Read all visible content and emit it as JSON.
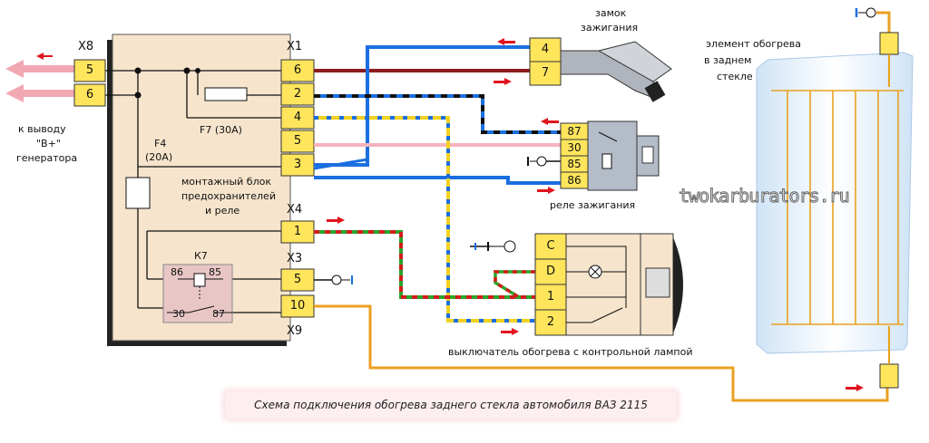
{
  "title": "Схема подключения обогрева заднего стекла автомобиля ВАЗ 2115",
  "watermark": "twokarburators.ru",
  "connectors": {
    "x8": "X8",
    "x1": "X1",
    "x4": "X4",
    "x3": "X3",
    "x9": "X9"
  },
  "labels": {
    "generator_1": "к выводу",
    "generator_2": "\"В+\"",
    "generator_3": "генератора",
    "fuse_f4": "F4",
    "fuse_f4_rating": "(20А)",
    "fuse_f7": "F7 (30А)",
    "block_1": "монтажный блок",
    "block_2": "предохранителей",
    "block_3": "и реле",
    "relay_k7": "К7",
    "ignition_lock_1": "замок",
    "ignition_lock_2": "зажигания",
    "ignition_relay": "реле зажигания",
    "switch": "выключатель обогрева с контрольной лампой",
    "heater_1": "элемент обогрева",
    "heater_2": "в заднем",
    "heater_3": "стекле"
  },
  "pins": {
    "x8": [
      "5",
      "6"
    ],
    "x1": [
      "6",
      "2",
      "4",
      "5",
      "3"
    ],
    "x4": [
      "1"
    ],
    "x3": [
      "5"
    ],
    "x9": [
      "10"
    ],
    "k7": [
      "86",
      "85",
      "30",
      "87"
    ],
    "lock": [
      "4",
      "7"
    ],
    "relay": [
      "87",
      "30",
      "85",
      "86"
    ],
    "switch": [
      "C",
      "D",
      "1",
      "2"
    ]
  },
  "colors": {
    "block_fill": "#f6e4cc",
    "connector_fill": "#ffe55c",
    "wire_red": "#8b1c1c",
    "wire_blue": "#1a6fe0",
    "wire_pink": "#f6b4bc",
    "wire_orange": "#eaa020",
    "wire_green": "#2aa52a",
    "arrow_red": "#e0141e"
  }
}
